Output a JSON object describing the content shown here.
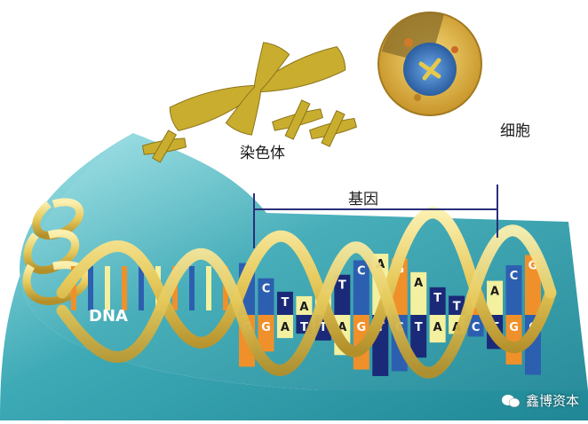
{
  "labels": {
    "chromosome": "染色体",
    "cell": "细胞",
    "gene": "基因",
    "dna": "DNA"
  },
  "watermark": "鑫博资本",
  "base_pairs": [
    {
      "top": "C",
      "bottom": "G",
      "top_color": "#2d5fb0",
      "bottom_color": "#f0902a"
    },
    {
      "top": "C",
      "bottom": "G",
      "top_color": "#2d5fb0",
      "bottom_color": "#f0902a"
    },
    {
      "top": "T",
      "bottom": "A",
      "top_color": "#1b2a78",
      "bottom_color": "#f3f0a0"
    },
    {
      "top": "A",
      "bottom": "T",
      "top_color": "#f3f0a0",
      "bottom_color": "#1b2a78"
    },
    {
      "top": "A",
      "bottom": "T",
      "top_color": "#f3f0a0",
      "bottom_color": "#1b2a78"
    },
    {
      "top": "T",
      "bottom": "A",
      "top_color": "#1b2a78",
      "bottom_color": "#f3f0a0"
    },
    {
      "top": "C",
      "bottom": "G",
      "top_color": "#2d5fb0",
      "bottom_color": "#f0902a"
    },
    {
      "top": "A",
      "bottom": "T",
      "top_color": "#f3f0a0",
      "bottom_color": "#1b2a78"
    },
    {
      "top": "G",
      "bottom": "C",
      "top_color": "#f0902a",
      "bottom_color": "#2d5fb0"
    },
    {
      "top": "A",
      "bottom": "T",
      "top_color": "#f3f0a0",
      "bottom_color": "#1b2a78"
    },
    {
      "top": "T",
      "bottom": "A",
      "top_color": "#1b2a78",
      "bottom_color": "#f3f0a0"
    },
    {
      "top": "T",
      "bottom": "A",
      "top_color": "#1b2a78",
      "bottom_color": "#f3f0a0"
    },
    {
      "top": "G",
      "bottom": "C",
      "top_color": "#f0902a",
      "bottom_color": "#2d5fb0"
    },
    {
      "top": "A",
      "bottom": "T",
      "top_color": "#f3f0a0",
      "bottom_color": "#1b2a78"
    },
    {
      "top": "C",
      "bottom": "G",
      "top_color": "#2d5fb0",
      "bottom_color": "#f0902a"
    },
    {
      "top": "G",
      "bottom": "C",
      "top_color": "#f0902a",
      "bottom_color": "#2d5fb0"
    }
  ],
  "colors": {
    "base_plane": "#2a9aa8",
    "base_plane_light": "#7fd3d8",
    "backbone": "#e7cf6a",
    "backbone_edge": "#9c7d22",
    "chromosome": "#c9ad2e",
    "cell_outer": "#e3b94a",
    "nucleus": "#3d7bc0"
  }
}
